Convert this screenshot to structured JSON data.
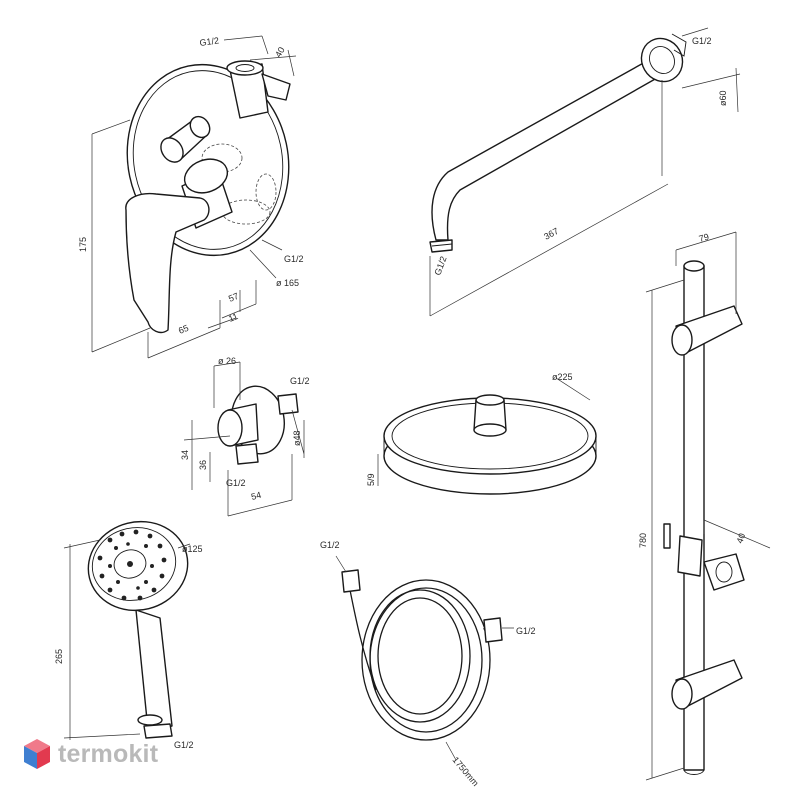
{
  "labels": {
    "mixer_thread_top": "G1/2",
    "mixer_depth": "40",
    "mixer_height": "175",
    "mixer_thread_side": "G1/2",
    "mixer_plate_dia": "ø 165",
    "mixer_dim_57": "57",
    "mixer_dim_11": "11",
    "mixer_dim_65": "65",
    "arm_thread_top": "G1/2",
    "arm_flange_dia": "ø60",
    "arm_length": "367",
    "arm_thread_end": "G1/2",
    "elbow_dia": "ø 26",
    "elbow_thread_top": "G1/2",
    "elbow_dim_34": "34",
    "elbow_dim_36": "36",
    "elbow_dia_48": "ø48",
    "elbow_thread_bottom": "G1/2",
    "elbow_width": "54",
    "head_dia": "ø225",
    "head_height": "5/9",
    "hand_dia": "ø125",
    "hand_length": "265",
    "hand_thread": "G1/2",
    "hose_thread_top": "G1/2",
    "hose_thread_right": "G1/2",
    "hose_length": "1750mm",
    "rail_width": "79",
    "rail_height": "780",
    "rail_slider_dim": "40"
  },
  "brand": {
    "name": "termokit",
    "color": "#b9b9b9",
    "icon": "cube-logo-icon",
    "icon_colors": [
      "#f07a8a",
      "#3f7fd1",
      "#e23a4f"
    ]
  }
}
